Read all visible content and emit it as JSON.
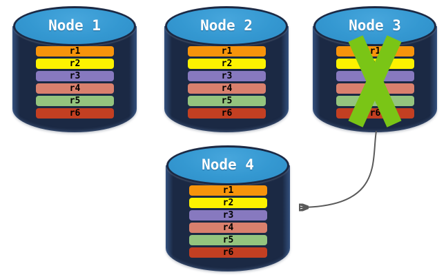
{
  "nodes": [
    {
      "id": "node-1",
      "label": "Node 1",
      "status": "active",
      "rows": [
        "r1",
        "r2",
        "r3",
        "r4",
        "r5",
        "r6"
      ]
    },
    {
      "id": "node-2",
      "label": "Node 2",
      "status": "active",
      "rows": [
        "r1",
        "r2",
        "r3",
        "r4",
        "r5",
        "r6"
      ]
    },
    {
      "id": "node-3",
      "label": "Node 3",
      "status": "failed",
      "rows": [
        "r1",
        "r2",
        "r3",
        "r4",
        "r5",
        "r6"
      ]
    },
    {
      "id": "node-4",
      "label": "Node 4",
      "status": "active",
      "rows": [
        "r1",
        "r2",
        "r3",
        "r4",
        "r5",
        "r6"
      ]
    }
  ],
  "colors": {
    "cylinder_body": "#1B2944",
    "cylinder_top": "#3498D1",
    "row_r1": "#F7940B",
    "row_r2": "#FDF200",
    "row_r3": "#8779BF",
    "row_r4": "#D9806D",
    "row_r5": "#94C47E",
    "row_r6": "#C33F22",
    "failure_x": "#7AC516",
    "arrow": "#595959",
    "title_text": "#FFFFFF",
    "row_text": "#000000"
  },
  "arrow": {
    "style": "curved",
    "color": "#595959"
  }
}
